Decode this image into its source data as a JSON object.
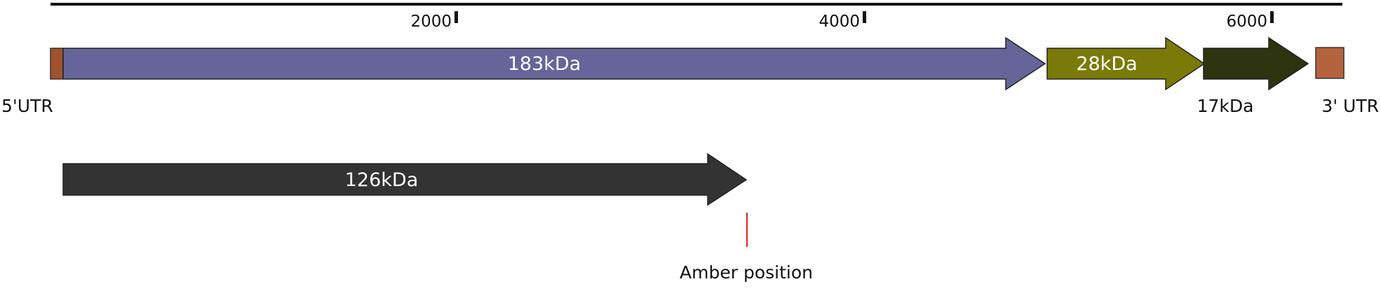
{
  "ruler": {
    "ticks": [
      {
        "label": "2000"
      },
      {
        "label": "4000"
      },
      {
        "label": "6000"
      }
    ]
  },
  "utr5": {
    "label": "5'UTR",
    "color": "#a0522d"
  },
  "utr3": {
    "label": "3' UTR",
    "color": "#b5633d"
  },
  "orfs": {
    "p183": {
      "label": "183kDa",
      "color": "#65659a"
    },
    "p126": {
      "label": "126kDa",
      "color": "#333333"
    },
    "p28": {
      "label": "28kDa",
      "color": "#7a7a08"
    },
    "p17": {
      "label": "17kDa",
      "color": "#2e3310"
    }
  },
  "amber": {
    "label": "Amber position",
    "color": "#e02020"
  }
}
